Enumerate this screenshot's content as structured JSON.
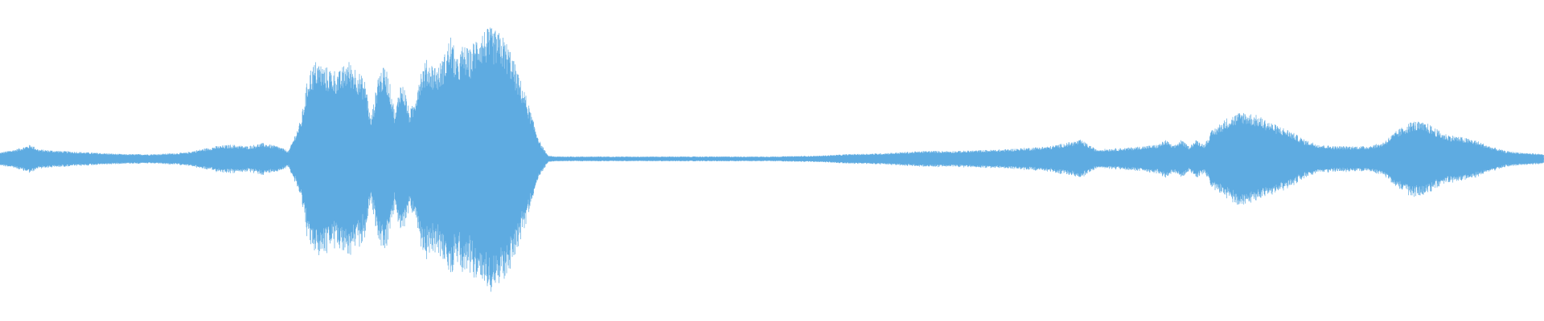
{
  "waveform": {
    "color": "#5eabe1",
    "background": "#ffffff",
    "amplitude_envelope": [
      [
        0.0,
        0.04
      ],
      [
        0.01,
        0.06
      ],
      [
        0.02,
        0.09
      ],
      [
        0.025,
        0.06
      ],
      [
        0.04,
        0.05
      ],
      [
        0.06,
        0.04
      ],
      [
        0.08,
        0.03
      ],
      [
        0.1,
        0.03
      ],
      [
        0.12,
        0.04
      ],
      [
        0.13,
        0.06
      ],
      [
        0.14,
        0.08
      ],
      [
        0.15,
        0.09
      ],
      [
        0.16,
        0.08
      ],
      [
        0.17,
        0.1
      ],
      [
        0.18,
        0.08
      ],
      [
        0.187,
        0.05
      ],
      [
        0.195,
        0.25
      ],
      [
        0.2,
        0.55
      ],
      [
        0.205,
        0.62
      ],
      [
        0.21,
        0.58
      ],
      [
        0.22,
        0.55
      ],
      [
        0.225,
        0.62
      ],
      [
        0.23,
        0.58
      ],
      [
        0.237,
        0.48
      ],
      [
        0.24,
        0.25
      ],
      [
        0.243,
        0.4
      ],
      [
        0.245,
        0.55
      ],
      [
        0.25,
        0.58
      ],
      [
        0.253,
        0.45
      ],
      [
        0.256,
        0.28
      ],
      [
        0.259,
        0.48
      ],
      [
        0.262,
        0.45
      ],
      [
        0.265,
        0.3
      ],
      [
        0.268,
        0.35
      ],
      [
        0.272,
        0.55
      ],
      [
        0.276,
        0.62
      ],
      [
        0.28,
        0.6
      ],
      [
        0.284,
        0.58
      ],
      [
        0.288,
        0.66
      ],
      [
        0.292,
        0.78
      ],
      [
        0.296,
        0.62
      ],
      [
        0.3,
        0.72
      ],
      [
        0.304,
        0.68
      ],
      [
        0.31,
        0.8
      ],
      [
        0.318,
        0.82
      ],
      [
        0.325,
        0.78
      ],
      [
        0.33,
        0.7
      ],
      [
        0.335,
        0.55
      ],
      [
        0.34,
        0.42
      ],
      [
        0.345,
        0.25
      ],
      [
        0.35,
        0.1
      ],
      [
        0.355,
        0.02
      ],
      [
        0.36,
        0.015
      ],
      [
        0.4,
        0.015
      ],
      [
        0.45,
        0.015
      ],
      [
        0.5,
        0.015
      ],
      [
        0.53,
        0.02
      ],
      [
        0.55,
        0.03
      ],
      [
        0.57,
        0.035
      ],
      [
        0.6,
        0.05
      ],
      [
        0.62,
        0.05
      ],
      [
        0.65,
        0.06
      ],
      [
        0.68,
        0.08
      ],
      [
        0.7,
        0.12
      ],
      [
        0.71,
        0.06
      ],
      [
        0.73,
        0.07
      ],
      [
        0.75,
        0.09
      ],
      [
        0.755,
        0.12
      ],
      [
        0.76,
        0.08
      ],
      [
        0.765,
        0.12
      ],
      [
        0.77,
        0.08
      ],
      [
        0.775,
        0.12
      ],
      [
        0.78,
        0.09
      ],
      [
        0.785,
        0.18
      ],
      [
        0.795,
        0.26
      ],
      [
        0.805,
        0.3
      ],
      [
        0.815,
        0.27
      ],
      [
        0.825,
        0.22
      ],
      [
        0.835,
        0.18
      ],
      [
        0.845,
        0.12
      ],
      [
        0.855,
        0.09
      ],
      [
        0.865,
        0.08
      ],
      [
        0.875,
        0.08
      ],
      [
        0.885,
        0.08
      ],
      [
        0.895,
        0.1
      ],
      [
        0.905,
        0.18
      ],
      [
        0.915,
        0.24
      ],
      [
        0.925,
        0.22
      ],
      [
        0.935,
        0.16
      ],
      [
        0.945,
        0.14
      ],
      [
        0.955,
        0.12
      ],
      [
        0.965,
        0.08
      ],
      [
        0.975,
        0.05
      ],
      [
        0.985,
        0.04
      ],
      [
        1.0,
        0.03
      ]
    ]
  }
}
